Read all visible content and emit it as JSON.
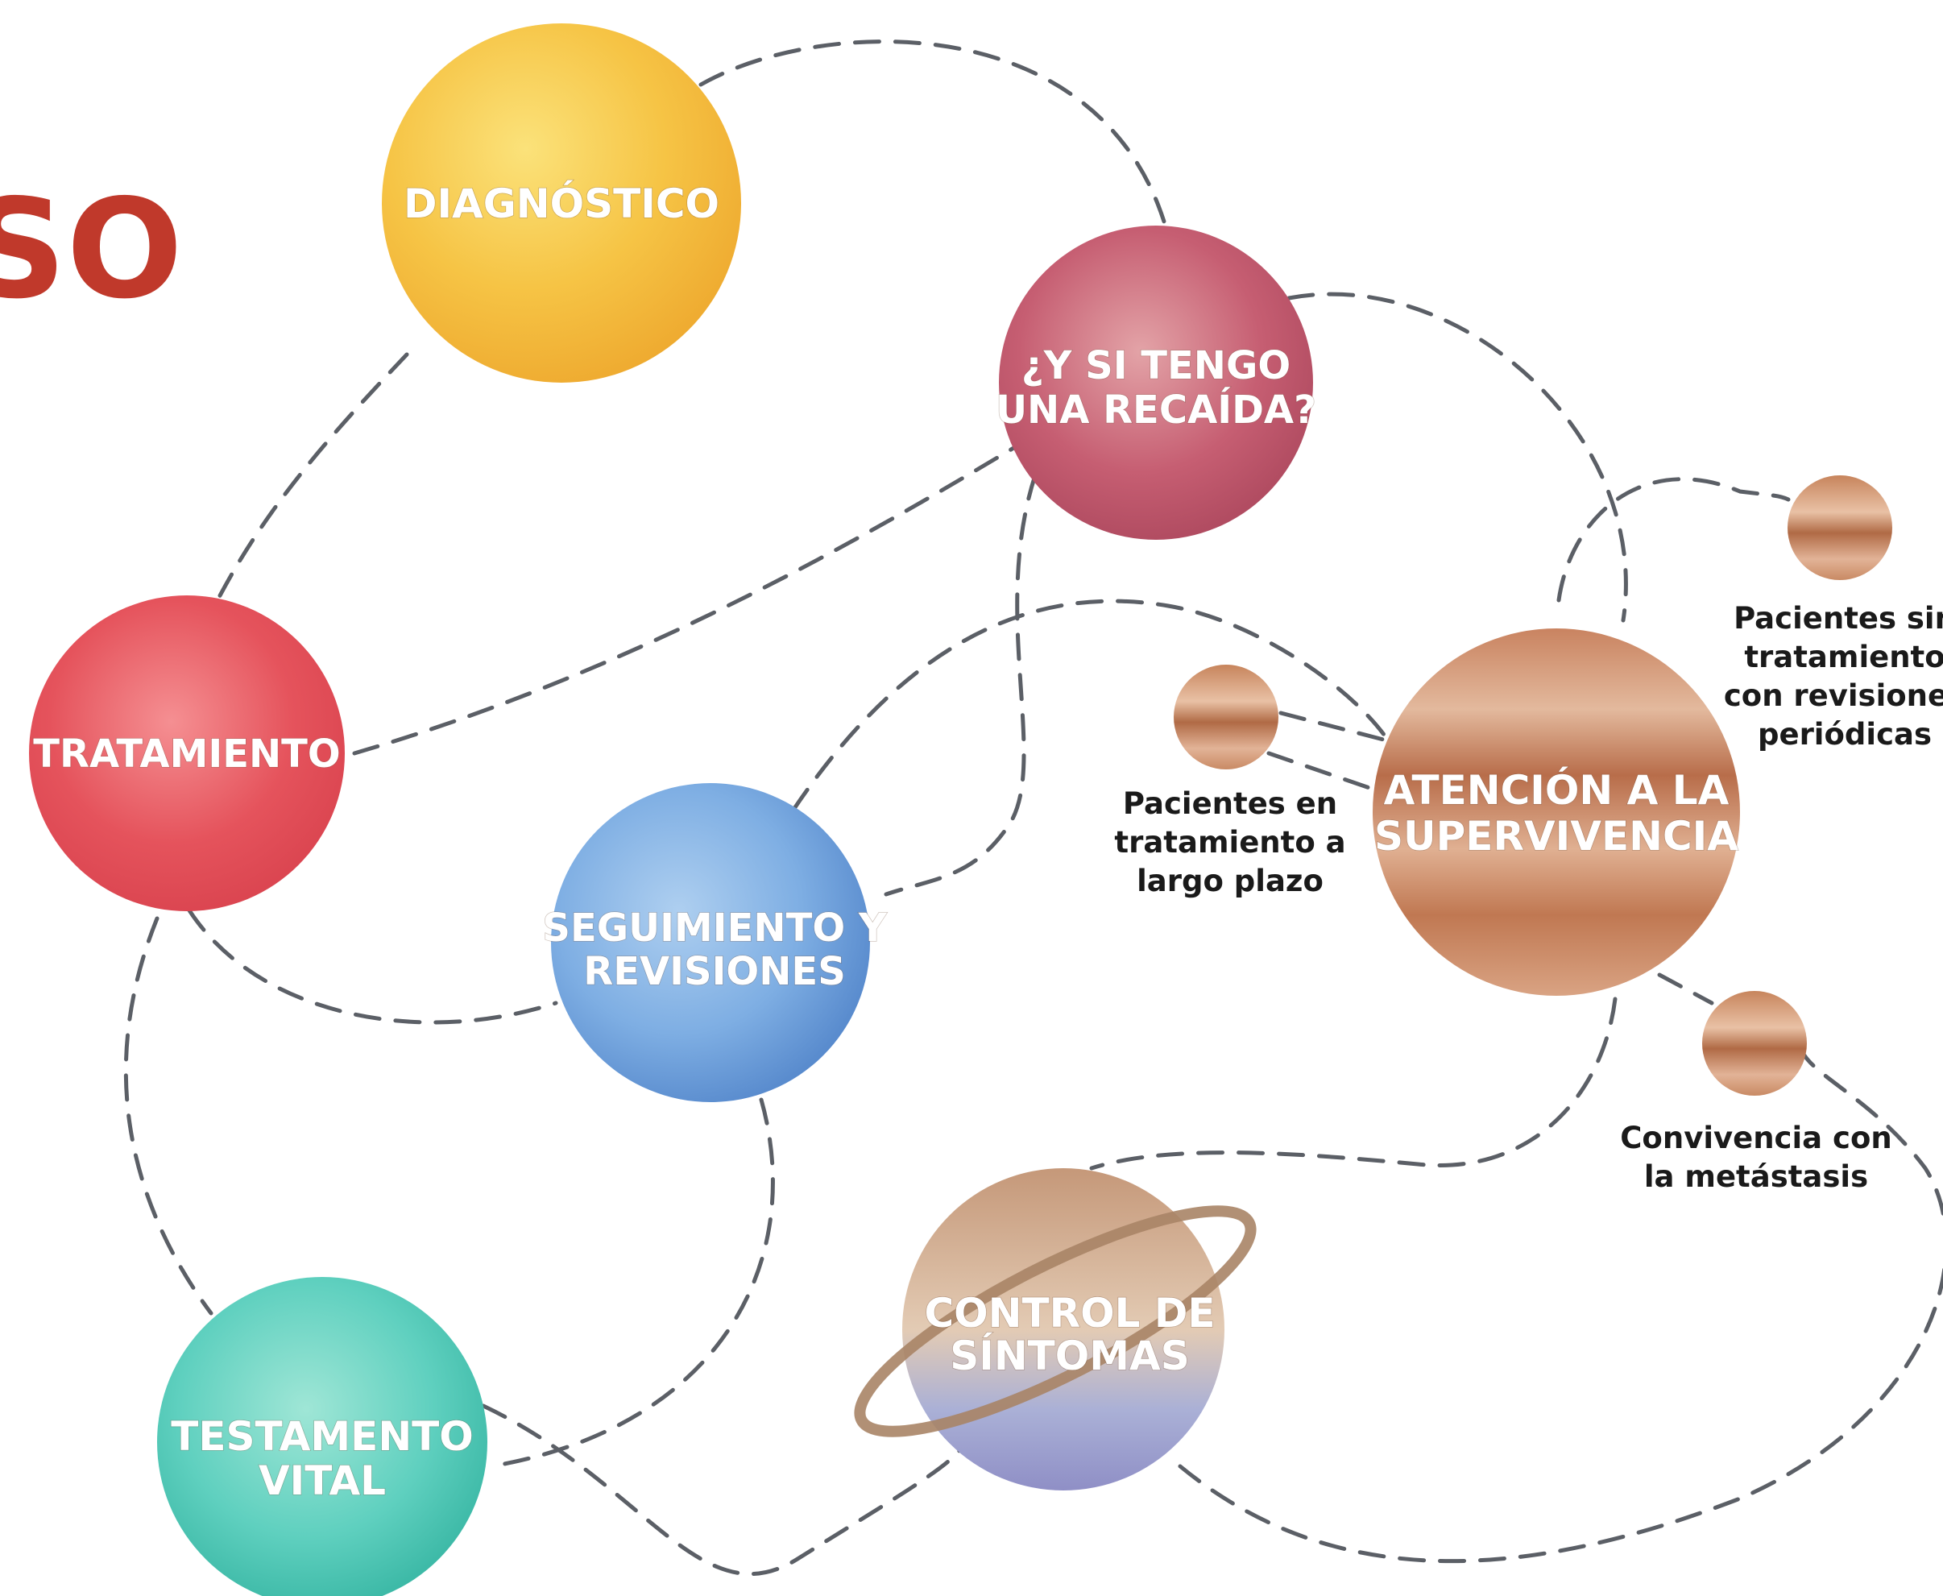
{
  "title_fragment": "SO",
  "colors": {
    "title": "#c0392b",
    "path": "#5b5f66",
    "diagnostico": "#f7c948",
    "recaida": "#c9566b",
    "tratamiento": "#e5535c",
    "seguimiento": "#6f9fd8",
    "supervivencia": "#c98a64",
    "control": "#c8a88b",
    "testamento": "#5fd0bf",
    "satellite": "#c7845c"
  },
  "nodes": {
    "diagnostico": {
      "line1": "DIAGNÓSTICO"
    },
    "recaida": {
      "line1": "¿Y SI TENGO",
      "line2": "UNA RECAÍDA?"
    },
    "tratamiento": {
      "line1": "TRATAMIENTO"
    },
    "seguimiento": {
      "line1": "SEGUIMIENTO Y",
      "line2": "REVISIONES"
    },
    "supervivencia": {
      "line1": "ATENCIÓN A LA",
      "line2": "SUPERVIVENCIA"
    },
    "control": {
      "line1": "CONTROL DE",
      "line2": "SÍNTOMAS"
    },
    "testamento": {
      "line1": "TESTAMENTO",
      "line2": "VITAL"
    }
  },
  "satellites": {
    "largo_plazo": {
      "line1": "Pacientes en",
      "line2": "tratamiento a",
      "line3": "largo plazo"
    },
    "sin_tratamiento": {
      "line1": "Pacientes sin",
      "line2": "tratamiento",
      "line3": "con revisiones",
      "line4": "periódicas"
    },
    "metastasis": {
      "line1": "Convivencia con",
      "line2": "la metástasis"
    }
  }
}
